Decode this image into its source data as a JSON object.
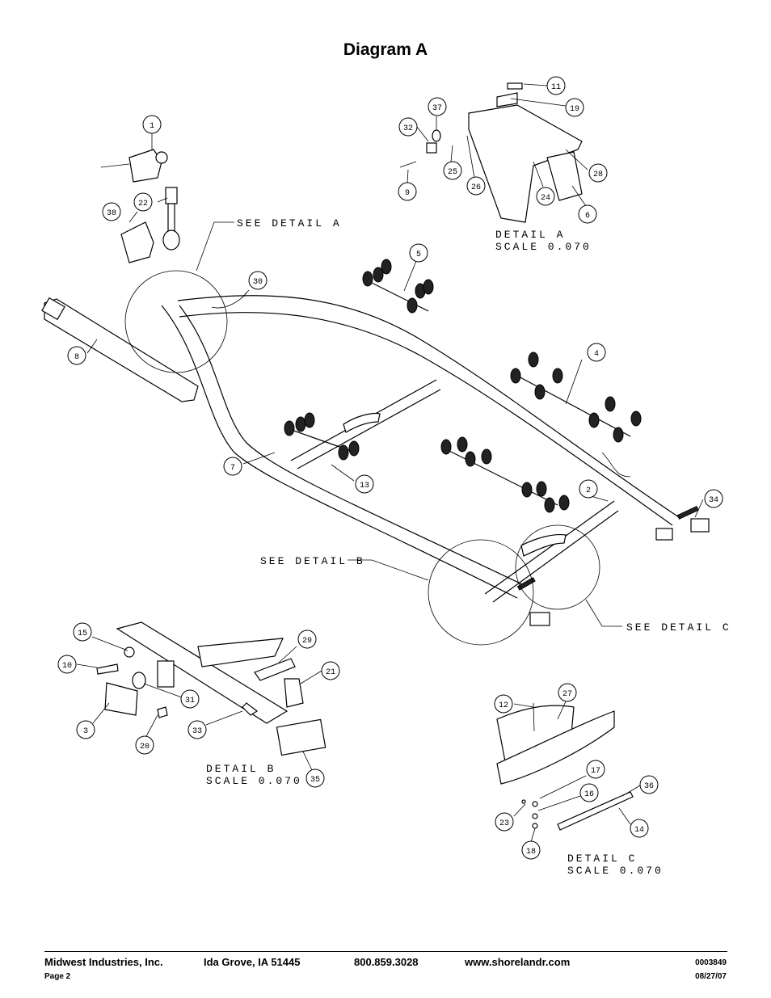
{
  "title": "Diagram A",
  "notes": {
    "see_detail_a": "SEE DETAIL  A",
    "see_detail_b": "SEE DETAIL  B",
    "see_detail_c": "SEE DETAIL  C",
    "detail_a": "DETAIL  A",
    "detail_b": "DETAIL  B",
    "detail_c": "DETAIL  C",
    "scale": "SCALE  0.070"
  },
  "callouts": [
    "1",
    "2",
    "3",
    "4",
    "5",
    "6",
    "7",
    "8",
    "9",
    "10",
    "11",
    "12",
    "13",
    "14",
    "15",
    "16",
    "17",
    "18",
    "19",
    "20",
    "21",
    "22",
    "23",
    "24",
    "25",
    "26",
    "27",
    "28",
    "29",
    "30",
    "31",
    "32",
    "33",
    "34",
    "35",
    "36",
    "37",
    "38"
  ],
  "footer": {
    "company": "Midwest Industries, Inc.",
    "city": "Ida Grove, IA  51445",
    "phone": "800.859.3028",
    "website": "www.shorelandr.com",
    "doc_number": "0003849",
    "page": "Page 2",
    "date": "08/27/07"
  }
}
